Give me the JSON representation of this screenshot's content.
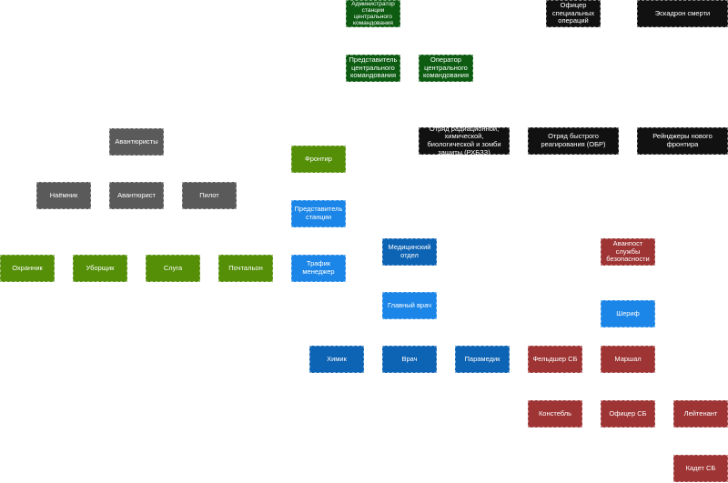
{
  "colors": {
    "command": "#0d5c12",
    "special_ops": "#111111",
    "adventurers": "#5a5a5a",
    "frontier": "#548f07",
    "station_rep": "#1b86e8",
    "medical": "#0d63b4",
    "security": "#9e3434"
  },
  "nodes": {
    "admin": "Администратор станции центрального командования",
    "cc_rep": "Представитель центрального командования",
    "cc_operator": "Оператор центрального командования",
    "special_ops_officer": "Офицер специальных операций",
    "death_squad": "Эскадрон смерти",
    "cbrn": "Отряд радиационной, химической, биологической и зомби защиты (РХБЗЗ)",
    "ert": "Отряд быстрого реагирования (ОБР)",
    "new_frontier_rangers": "Рейнджеры нового фронтира",
    "adventurers": "Авантюристы",
    "mercenary": "Наёмник",
    "adventurer": "Авантюрист",
    "pilot": "Пилот",
    "frontier": "Фронтир",
    "station_rep": "Представитель станции",
    "traffic_manager": "Трафик менеджер",
    "guard": "Охранник",
    "janitor": "Уборщик",
    "servant": "Слуга",
    "mailman": "Почтальон",
    "medical_dept": "Медицинский отдел",
    "chief_doctor": "Главный врач",
    "chemist": "Химик",
    "doctor": "Врач",
    "paramedic": "Парамедик",
    "security_outpost": "Аванпост службы безопасности",
    "sheriff": "Шериф",
    "sec_medic": "Фельдшер СБ",
    "marshal": "Маршал",
    "constable": "Констебль",
    "sec_officer": "Офицер СБ",
    "lieutenant": "Лейтенант",
    "sec_cadet": "Кадет СБ"
  }
}
